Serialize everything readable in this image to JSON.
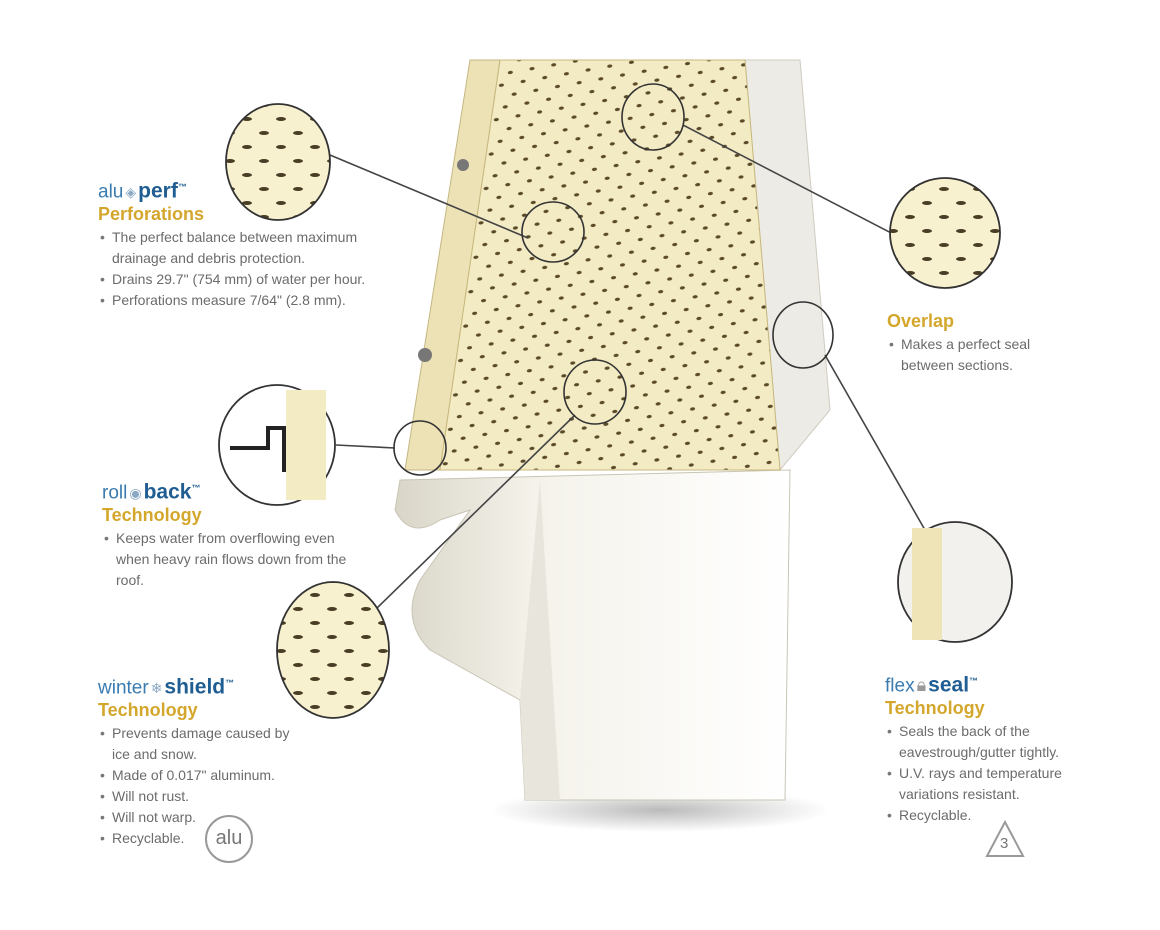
{
  "aluperf": {
    "brand_light": "alu",
    "brand_bold": "perf",
    "tm": "™",
    "subtitle": "Perforations",
    "bullets": [
      "The perfect balance between maximum drainage and debris protection.",
      "Drains 29.7\" (754 mm) of water per hour.",
      "Perforations measure 7/64\" (2.8 mm)."
    ]
  },
  "rollback": {
    "brand_light": "roll",
    "brand_bold": "back",
    "tm": "™",
    "subtitle": "Technology",
    "bullets": [
      "Keeps water from overflowing even when heavy rain flows down from the roof."
    ]
  },
  "wintershield": {
    "brand_light": "winter",
    "brand_bold": "shield",
    "tm": "™",
    "subtitle": "Technology",
    "bullets": [
      "Prevents damage caused by ice and snow.",
      "Made of 0.017\" aluminum.",
      "Will not rust.",
      "Will not warp.",
      "Recyclable."
    ],
    "recycle_badge": "alu"
  },
  "overlap": {
    "subtitle": "Overlap",
    "bullets": [
      "Makes a perfect seal between sections."
    ]
  },
  "flexseal": {
    "brand_light": "flex",
    "brand_bold": "seal",
    "tm": "™",
    "subtitle": "Technology",
    "bullets": [
      "Seals the back of the eavestrough/gutter tightly.",
      "U.V. rays and temperature variations resistant.",
      "Recyclable."
    ],
    "recycle_badge": "3"
  },
  "colors": {
    "brand_blue": "#1f5d92",
    "gold": "#d4a72c",
    "text": "#6b6b6b",
    "guard": "#f3ebc4"
  }
}
